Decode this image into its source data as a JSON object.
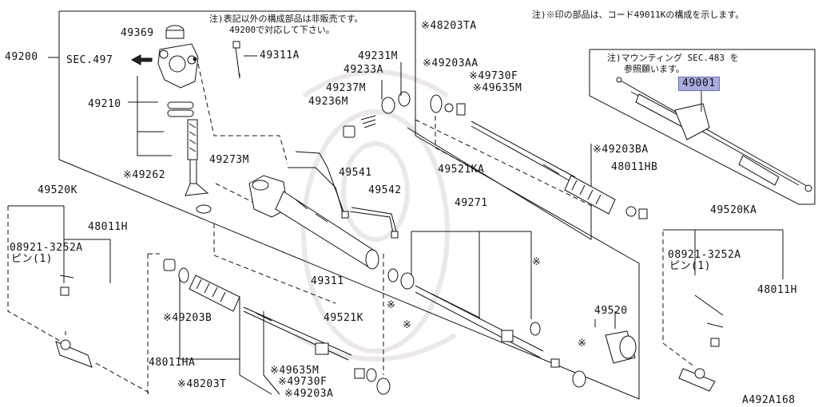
{
  "notes": {
    "top_right": "注)※印の部品は、コード49011Kの構成を示します。",
    "sold_line1": "注)表記以外の構成部品は非販売です。",
    "sold_line2": "49200で対応して下さい。",
    "mount_line1": "注)マウンティング SEC.483 を",
    "mount_line2": "参照願います。"
  },
  "labels": {
    "p49200": "49200",
    "p49369": "49369",
    "sec497": "SEC.497",
    "p49311a": "49311A",
    "p49210": "49210",
    "p49262": "※49262",
    "p49273m": "49273M",
    "p49231m": "49231M",
    "p49233a": "49233A",
    "p49237m": "49237M",
    "p49236m": "49236M",
    "p49541": "49541",
    "p49542": "49542",
    "p49311": "49311",
    "p48203ta": "※48203TA",
    "p49203aa": "※49203AA",
    "p49730f_top": "※49730F",
    "p49635m_top": "※49635M",
    "p49521ka": "49521KA",
    "p49203ba": "※49203BA",
    "p48011hb": "48011HB",
    "p49001": "49001",
    "p49520k": "49520K",
    "p48011h_left": "48011H",
    "p08921_left": "08921-3252A",
    "pin_left": "ピン(1)",
    "p49203b": "※49203B",
    "p48011ha": "48011HA",
    "p48203t": "※48203T",
    "p49521k": "49521K",
    "p49635m_bot": "※49635M",
    "p49730f_bot": "※49730F",
    "p49203a": "※49203A",
    "p49271": "49271",
    "p49520": "49520",
    "p49520ka": "49520KA",
    "p08921_right": "08921-3252A",
    "pin_right": "ピン(1)",
    "p48011h_right": "48011H",
    "asterisk": "※",
    "figure_code": "A492A168"
  },
  "colors": {
    "highlight": "#a9acdf",
    "line": "#111111"
  }
}
